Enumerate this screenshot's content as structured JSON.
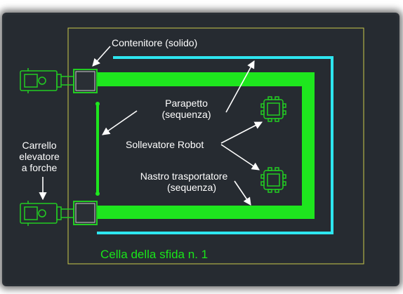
{
  "labels": {
    "container": "Contenitore (solido)",
    "guardrail_line1": "Parapetto",
    "guardrail_line2": "(sequenza)",
    "robot_lifter": "Sollevatore Robot",
    "conveyor_line1": "Nastro trasportatore",
    "conveyor_line2": "(sequenza)",
    "forklift_line1": "Carrello",
    "forklift_line2": "elevatore",
    "forklift_line3": "a forche",
    "cell_caption": "Cella della sfida n. 1"
  },
  "colors": {
    "background": "#262b31",
    "cell_border": "#c9c94a",
    "conveyor": "#1ee61e",
    "guardrail": "#2ee6f0",
    "equipment": "#22cc22",
    "label_text": "#ffffff",
    "caption_text": "#19e619"
  },
  "icons": {
    "forklift": "forklift-icon",
    "container": "container-box-icon",
    "robot_lifter": "robot-lifter-icon",
    "arrow": "arrow-icon"
  }
}
